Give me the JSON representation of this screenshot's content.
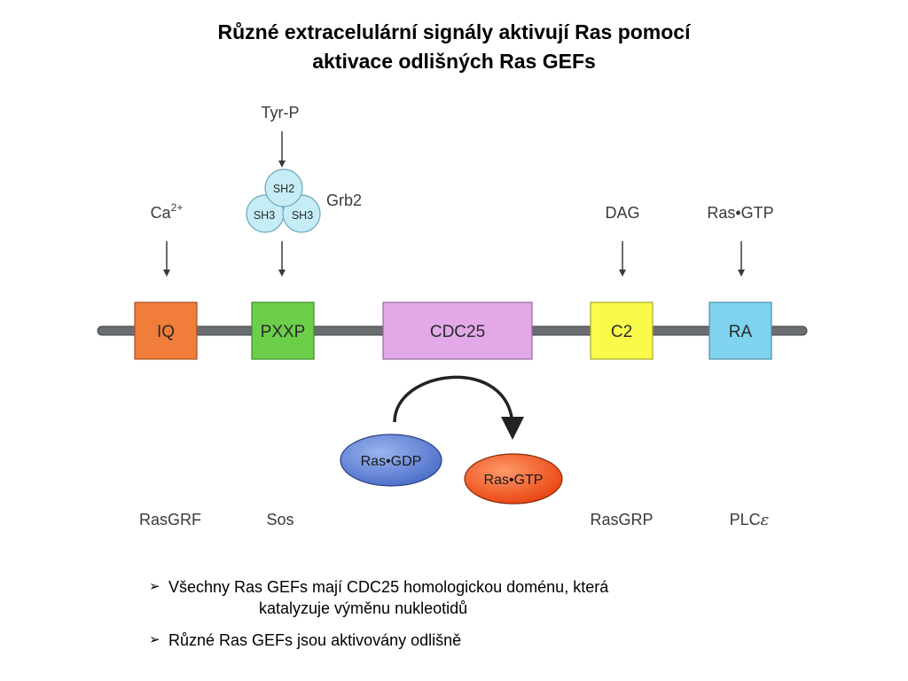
{
  "title": {
    "line1": "Různé extracelulární signály aktivují Ras pomocí",
    "line2": "aktivace odlišných Ras GEFs"
  },
  "diagram": {
    "signals": {
      "tyr_p": "Tyr-P",
      "ca": "Ca",
      "ca_sup": "2+",
      "dag": "DAG",
      "ras_gtp": "Ras•GTP",
      "grb2": "Grb2"
    },
    "adaptor": {
      "sh2": "SH2",
      "sh3_left": "SH3",
      "sh3_right": "SH3"
    },
    "domains": {
      "iq": "IQ",
      "pxxp": "PXXP",
      "cdc25": "CDC25",
      "c2": "C2",
      "ra": "RA"
    },
    "nucleotide": {
      "gdp": "Ras•GDP",
      "gtp": "Ras•GTP"
    },
    "gefs": {
      "rasgrf": "RasGRF",
      "sos": "Sos",
      "rasgrp": "RasGRP",
      "plc": "PLC",
      "plc_symbol": "ε"
    },
    "colors": {
      "iq": "#f07d3a",
      "pxxp": "#6ccf4a",
      "cdc25": "#e2a8e8",
      "c2": "#fafa4a",
      "ra": "#7fd3ee",
      "sh_circle": "#c6ecf6",
      "ras_gdp": "#5b7fd8",
      "ras_gtp": "#f2541c"
    }
  },
  "bullets": {
    "marker": "➢",
    "b1_line1": "Všechny Ras GEFs mají CDC25 homologickou doménu, která",
    "b1_line2": "katalyzuje výměnu nukleotidů",
    "b2": "Různé Ras GEFs jsou aktivovány odlišně"
  }
}
